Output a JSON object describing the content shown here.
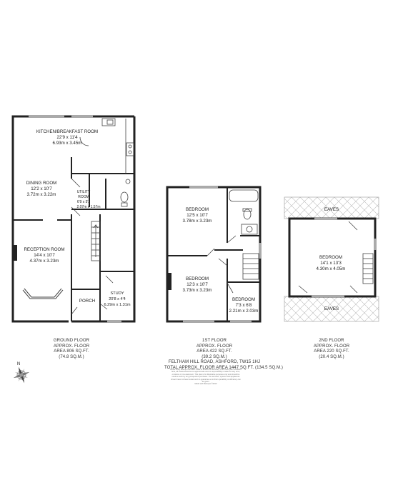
{
  "rooms": {
    "kitchen": {
      "name": "KITCHEN/BREAKFAST ROOM",
      "imperial": "22'9 x 11'4",
      "metric": "6.93m x 3.45m"
    },
    "dining": {
      "name": "DINING ROOM",
      "imperial": "12'2 x 10'7",
      "metric": "3.72m x 3.22m"
    },
    "utility": {
      "name1": "UTILITY",
      "name2": "ROOM",
      "imperial": "6'9 x 5'2",
      "metric": "2.07m x 1.57m"
    },
    "reception": {
      "name": "RECEPTION ROOM",
      "imperial": "14'4 x 10'7",
      "metric": "4.37m x 3.23m"
    },
    "porch": {
      "name": "PORCH"
    },
    "study": {
      "name": "STUDY",
      "imperial": "20'8 x 4'4",
      "metric": "6.29m x 1.31m"
    },
    "bed1": {
      "name": "BEDROOM",
      "imperial": "12'5 x 10'7",
      "metric": "3.78m x 3.23m"
    },
    "bed2": {
      "name": "BEDROOM",
      "imperial": "12'3 x 10'7",
      "metric": "3.73m x 3.23m"
    },
    "bed3": {
      "name": "BEDROOM",
      "imperial": "7'3 x 6'8",
      "metric": "2.21m x 2.03m"
    },
    "bed4": {
      "name": "BEDROOM",
      "imperial": "14'1 x 13'3",
      "metric": "4.30m x 4.05m"
    },
    "eaves_top": "EAVES",
    "eaves_bottom": "EAVES"
  },
  "compass": {
    "north": "N"
  },
  "floors": {
    "ground": {
      "line1": "GROUND FLOOR",
      "line2": "APPROX. FLOOR",
      "line3": "AREA 806 SQ.FT.",
      "line4": "(74.8 SQ.M.)"
    },
    "first": {
      "line1": "1ST FLOOR",
      "line2": "APPROX. FLOOR",
      "line3": "AREA 422 SQ.FT.",
      "line4": "(39.2 SQ.M.)"
    },
    "second": {
      "line1": "2ND FLOOR",
      "line2": "APPROX. FLOOR",
      "line3": "AREA 220 SQ.FT.",
      "line4": "(20.4 SQ.M.)"
    }
  },
  "address": "FELTHAM HILL ROAD, ASHFORD, TW15 1HJ",
  "total_area": "TOTAL APPROX. FLOOR AREA 1447 SQ.FT. (134.5 SQ.M.)",
  "disclaimer": "Whilst every attempt has been made to ensure the accuracy of the floor plan contained here, all measurements are approximate and no responsibility is taken for any error, omission or mis-statement. This plan is for illustrative purposes only and should be used as such by any prospective purchaser. The services, systems and appliances shown have not been tested and no guarantee as to their operability or efficiency can be given.",
  "made_with": "Made with Metropix ©2013"
}
